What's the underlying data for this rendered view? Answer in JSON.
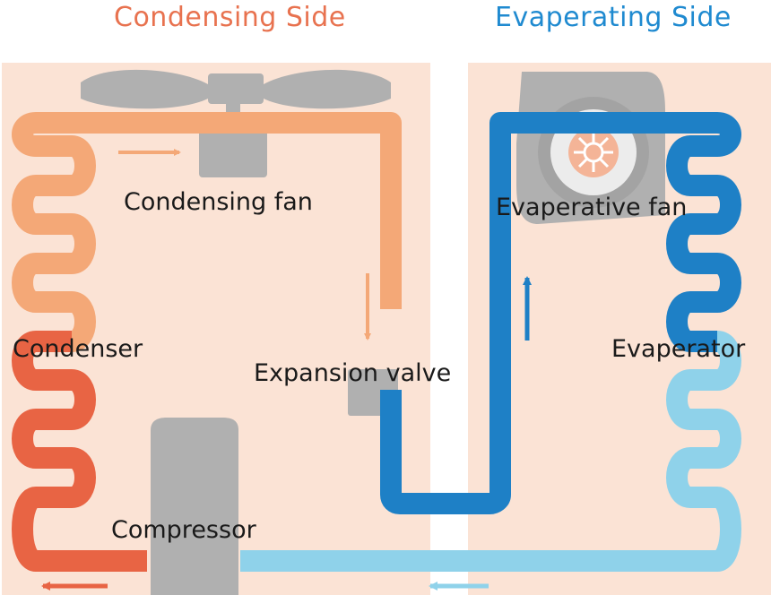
{
  "titles": {
    "condensing_side": "Condensing Side",
    "evaporating_side": "Evaperating Side"
  },
  "labels": {
    "condensing_fan": "Condensing fan",
    "evaporative_fan": "Evaperative fan",
    "condenser": "Condenser",
    "expansion_valve": "Expansion valve",
    "evaporator": "Evaperator",
    "compressor": "Compressor"
  },
  "colors": {
    "background_panel": "#fbe3d5",
    "hot_gas": "#f4a877",
    "hot_liquid": "#e86444",
    "cold_liquid": "#1e80c6",
    "cold_gas": "#8fd2ea",
    "component_gray": "#b0b0b0",
    "condensing_title": "#e8724f",
    "evaporating_title": "#1f8ad0"
  }
}
